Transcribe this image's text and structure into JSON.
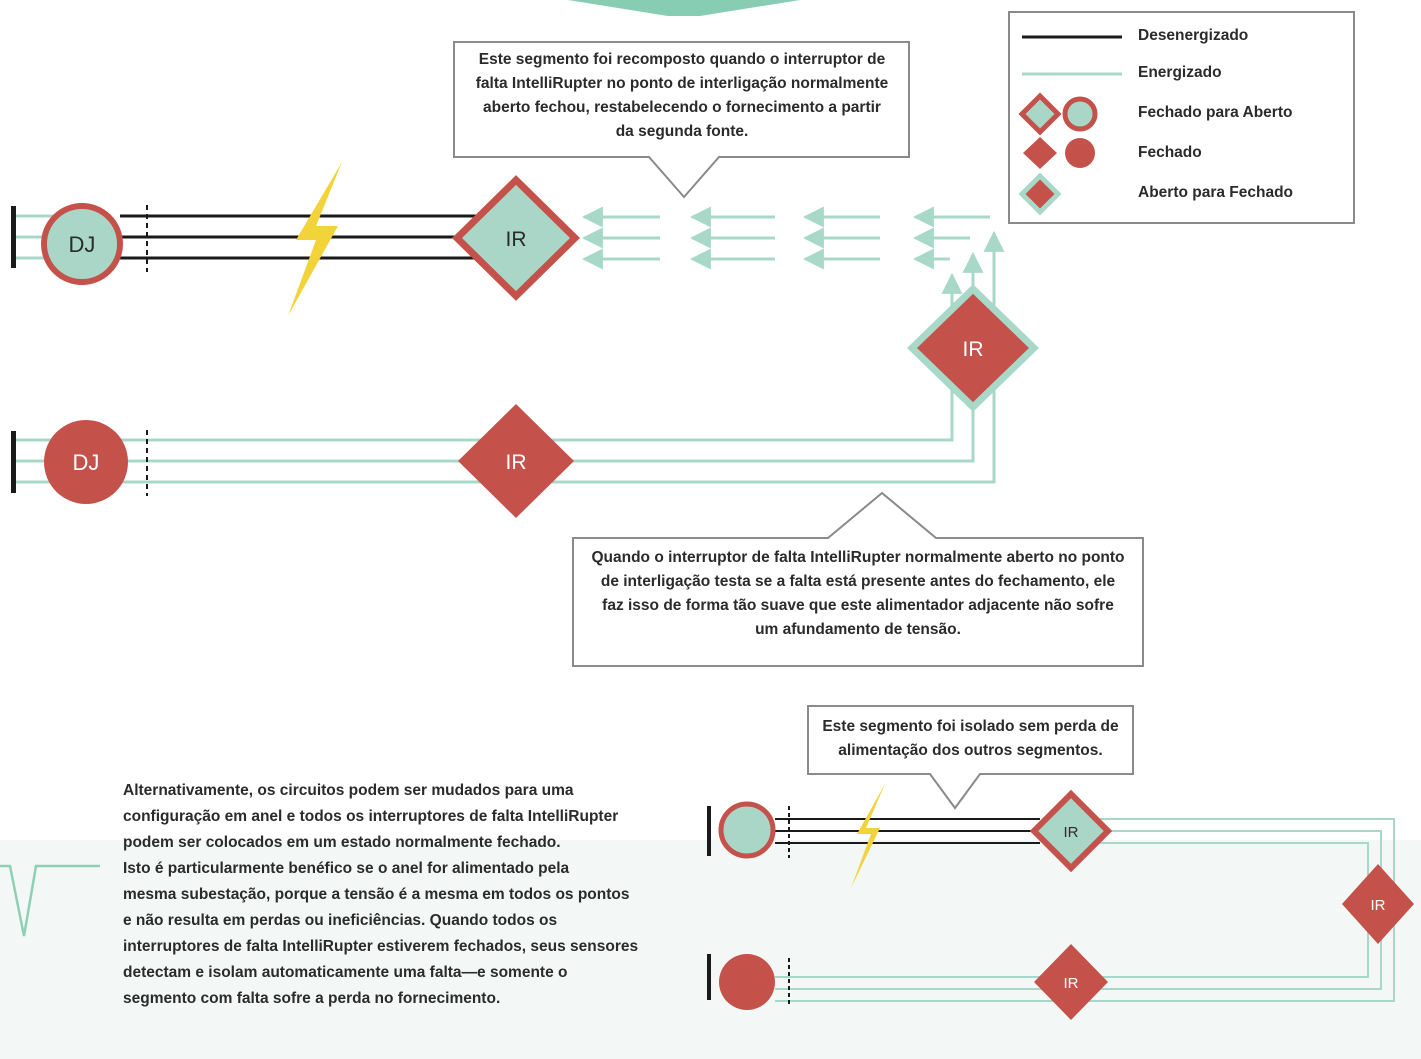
{
  "colors": {
    "teal": "#a8d8c8",
    "teal_fill": "#a9d6c6",
    "red": "#c4524a",
    "line_dark": "#1a1a1a",
    "bolt": "#f2d33a",
    "callout_border": "#8a8a8a"
  },
  "legend": {
    "items": [
      {
        "label": "Desenergizado"
      },
      {
        "label": "Energizado"
      },
      {
        "label": "Fechado para Aberto"
      },
      {
        "label": "Fechado"
      },
      {
        "label": "Aberto para Fechado"
      }
    ]
  },
  "callouts": {
    "top": "Este segmento foi recomposto quando o interruptor de falta IntelliRupter no ponto de interligação normalmente aberto fechou, restabelecendo o fornecimento a partir da segunda fonte.",
    "middle": "Quando o interruptor de falta IntelliRupter normalmente aberto no ponto de interligação testa se a falta está presente antes do fechamento, ele faz isso de forma tão suave que este alimentador adjacente não sofre um afundamento de tensão.",
    "bottom": "Este segmento foi isolado sem perda de alimentação dos outros segmentos."
  },
  "nodes": {
    "dj_label": "DJ",
    "ir_label": "IR"
  },
  "paragraph": {
    "lines": [
      "Alternativamente, os circuitos podem ser mudados para uma",
      "configuração em anel e todos os interruptores de falta IntelliRupter",
      "podem ser colocados em um estado normalmente fechado.",
      "Isto é particularmente benéfico se o anel for alimentado pela",
      "mesma subestação, porque a tensão é a mesma em todos os pontos",
      "e não resulta em perdas ou ineficiências.  Quando todos os",
      "interruptores de falta IntelliRupter estiverem fechados, seus sensores",
      "detectam e isolam automaticamente uma falta—e somente o",
      "segmento com falta sofre a perda no fornecimento."
    ]
  }
}
